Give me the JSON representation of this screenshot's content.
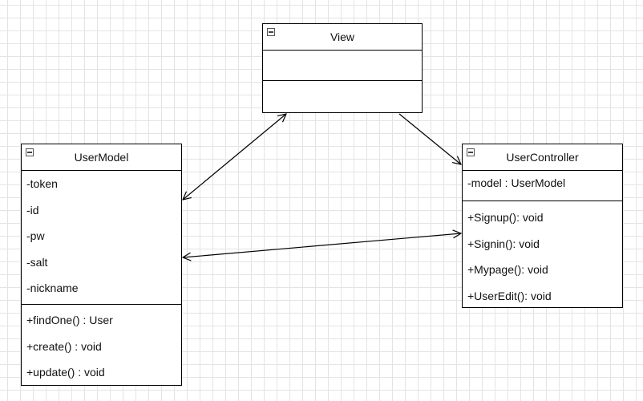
{
  "classes": {
    "view": {
      "name": "View",
      "attributes": [],
      "methods": []
    },
    "usermodel": {
      "name": "UserModel",
      "attributes": [
        "-token",
        "-id",
        "-pw",
        "-salt",
        "-nickname"
      ],
      "methods": [
        "+findOne() : User",
        "+create() : void",
        "+update() : void"
      ]
    },
    "usercontroller": {
      "name": "UserController",
      "attributes": [
        "-model : UserModel"
      ],
      "methods": [
        "+Signup(): void",
        "+Signin(): void",
        "+Mypage(): void",
        "+UserEdit(): void"
      ]
    }
  },
  "edges": [
    {
      "from": "view",
      "to": "usermodel",
      "type": "bidirectional-association"
    },
    {
      "from": "view",
      "to": "usercontroller",
      "type": "directed-association"
    },
    {
      "from": "usermodel",
      "to": "usercontroller",
      "type": "bidirectional-association"
    }
  ],
  "colors": {
    "line": "#000000",
    "grid": "#e4e4e4",
    "box": "#ffffff"
  }
}
